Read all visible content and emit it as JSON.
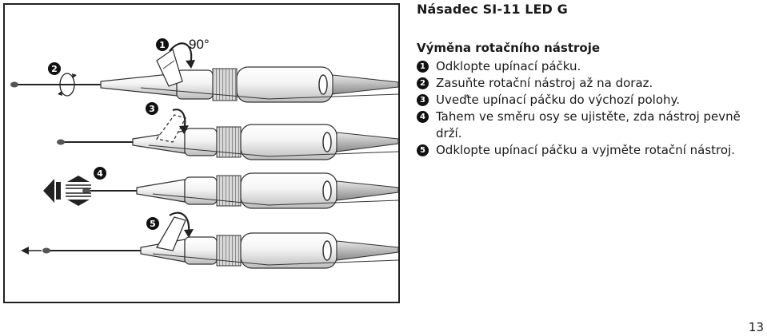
{
  "header": {
    "title": "Násadec SI-11 LED G"
  },
  "instructions": {
    "title": "Výměna rotačního nástroje",
    "steps": [
      {
        "number": "1",
        "text": "Odklopte upínací páčku."
      },
      {
        "number": "2",
        "text": "Zasuňte rotační nástroj až na doraz."
      },
      {
        "number": "3",
        "text": "Uveďte upínací páčku do výchozí polohy."
      },
      {
        "number": "4",
        "text": "Tahem ve směru osy se ujistěte, zda nástroj pevně drží."
      },
      {
        "number": "5",
        "text": "Odklopte upínací páčku a vyjměte rotační nástroj."
      }
    ]
  },
  "figure": {
    "angle_label": "90°",
    "markers": [
      "1",
      "2",
      "3",
      "4",
      "5"
    ]
  },
  "footer": {
    "page_number": "13"
  }
}
